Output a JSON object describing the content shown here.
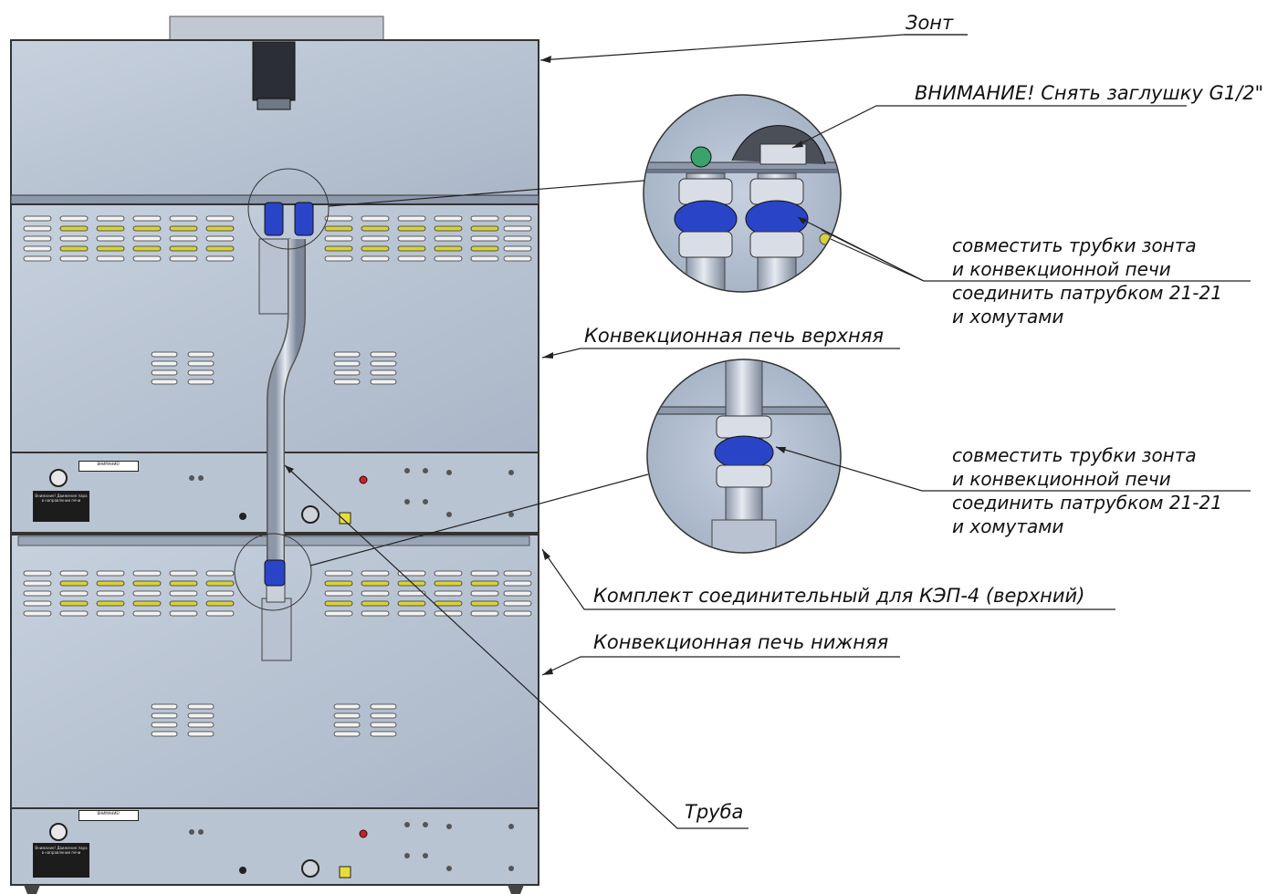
{
  "callouts": {
    "hood": "Зонт",
    "warning": "ВНИМАНИЕ! Снять заглушку G1/2\"",
    "oven_upper": "Конвекционная печь верхняя",
    "connection_kit": "Комплект соединительный для КЭП-4 (верхний)",
    "oven_lower": "Конвекционная печь нижняя",
    "pipe": "Труба"
  },
  "note_upper": [
    "совместить трубки зонта",
    "и конвекционной печи",
    "соединить патрубком 21-21",
    "и хомутами"
  ],
  "note_lower": [
    "совместить трубки зонта",
    "и конвекционной печи",
    "соединить патрубком 21-21",
    "и хомутами"
  ],
  "unit_labels": {
    "upper_warning": "ВНИМАНИЕ!",
    "upper_plate": "Внимание! Движение пара в направлении печи",
    "lower_warning": "ВНИМАНИЕ!",
    "lower_plate": "Внимание! Движение пара в направлении печи"
  },
  "colors": {
    "panel": "#bfcad8",
    "panel_dark": "#8e9aac",
    "vent_slot": "#d7d23a",
    "clamp_blue": "#2a44c8",
    "leader": "#222222"
  }
}
